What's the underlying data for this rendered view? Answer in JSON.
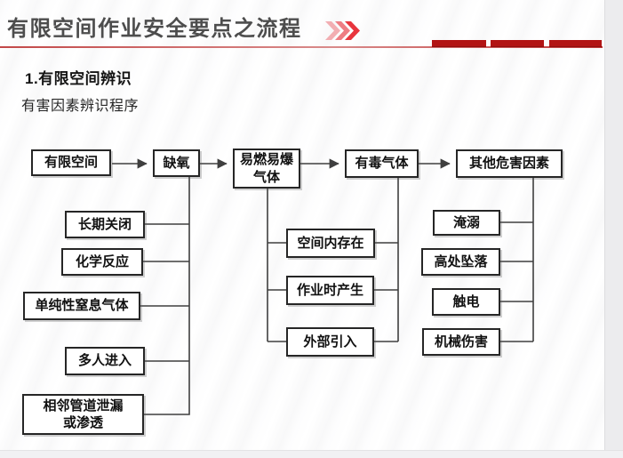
{
  "header": {
    "title": "有限空间作业安全要点之流程",
    "chevrons_icon": "triple-chevron-right",
    "colors": {
      "title_gray": "#4d4d4d",
      "chevron_light": "#f2aeb2",
      "chevron_medium": "#ee7d83",
      "chevron_dark": "#e8353d",
      "underline_red": "#c24848",
      "dash_red": "#b21414"
    }
  },
  "section": {
    "heading": "1.有限空间辨识",
    "subheading": "有害因素辨识程序"
  },
  "flowchart": {
    "top_row": [
      {
        "label": "有限空间"
      },
      {
        "label": "缺氧"
      },
      {
        "label": "易燃易爆\n气体"
      },
      {
        "label": "有毒气体"
      },
      {
        "label": "其他危害因素"
      }
    ],
    "oxygen_deficiency_causes": [
      {
        "label": "长期关闭"
      },
      {
        "label": "化学反应"
      },
      {
        "label": "单纯性窒息气体"
      },
      {
        "label": "多人进入"
      },
      {
        "label": "相邻管道泄漏\n或渗透"
      }
    ],
    "gas_sources": [
      {
        "label": "空间内存在"
      },
      {
        "label": "作业时产生"
      },
      {
        "label": "外部引入"
      }
    ],
    "other_hazard_types": [
      {
        "label": "淹溺"
      },
      {
        "label": "高处坠落"
      },
      {
        "label": "触电"
      },
      {
        "label": "机械伤害"
      }
    ],
    "box_border_color": "#262626",
    "connector_color": "#3f3f3f"
  }
}
